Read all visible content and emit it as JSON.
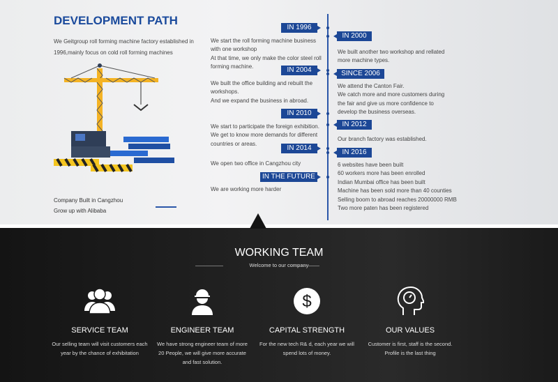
{
  "development": {
    "title": "DEVELOPMENT PATH",
    "intro": "We Geitgroup roll forming machine factory established in 1996,mainly focus on cold roll forming machines",
    "footer_line1": "Company Built in Cangzhou",
    "footer_line2": "Grow up with Alibaba",
    "timeline_left": [
      {
        "label": "IN 1996",
        "lines": [
          "We start the roll forming machine business",
          "with one workshop",
          "At that time, we only make the color steel roll",
          "forming machine."
        ]
      },
      {
        "label": "IN 2004",
        "lines": [
          "We built the office building and rebuilt the",
          "workshops.",
          "And we expand the business in abroad."
        ]
      },
      {
        "label": "IN 2010",
        "lines": [
          "We start to participate the foreign exhibition.",
          "We get to know more demands for different",
          "countries or areas."
        ]
      },
      {
        "label": "IN 2014",
        "lines": [
          "We open two office in Cangzhou city"
        ]
      },
      {
        "label": "IN THE FUTURE",
        "lines": [
          "We are working more harder"
        ]
      }
    ],
    "timeline_right": [
      {
        "label": "IN 2000",
        "lines": [
          "We built another two workshop and rellated",
          "more machine types."
        ]
      },
      {
        "label": "SINCE 2006",
        "lines": [
          "We attend the Canton Fair.",
          "We catch more and more customers during",
          "the fair and give us more confidence to",
          "develop the business overseas."
        ]
      },
      {
        "label": "IN 2012",
        "lines": [
          "Our branch factory was established."
        ]
      },
      {
        "label": "IN 2016",
        "lines": [
          "6 websites have been built",
          "60 workers more has been enrolled",
          "Indian Mumbai office has been built",
          "Machine has been sold more than 40 counties",
          "Selling boom to abroad reaches 20000000 RMB",
          "Two  more paten has been registered"
        ]
      }
    ]
  },
  "team": {
    "title": "WORKING TEAM",
    "subtitle": "Welcome to our company",
    "items": [
      {
        "icon": "users-icon",
        "title": "SERVICE TEAM",
        "text": "Our selling team will visit customers each year by the chance of exhibitation"
      },
      {
        "icon": "engineer-icon",
        "title": "ENGINEER TEAM",
        "text": "We have strong engineer team of more 20 People, we will give more accurate and fast solution."
      },
      {
        "icon": "dollar-icon",
        "title": "CAPITAL STRENGTH",
        "text": "For the new tech R& d, each year we will spend lots of money."
      },
      {
        "icon": "head-clock-icon",
        "title": "OUR VALUES",
        "text": "Customer is first, staff is the second. Profile is the last thing"
      }
    ]
  },
  "colors": {
    "accent": "#1c4796",
    "title": "#1a4a9c"
  }
}
